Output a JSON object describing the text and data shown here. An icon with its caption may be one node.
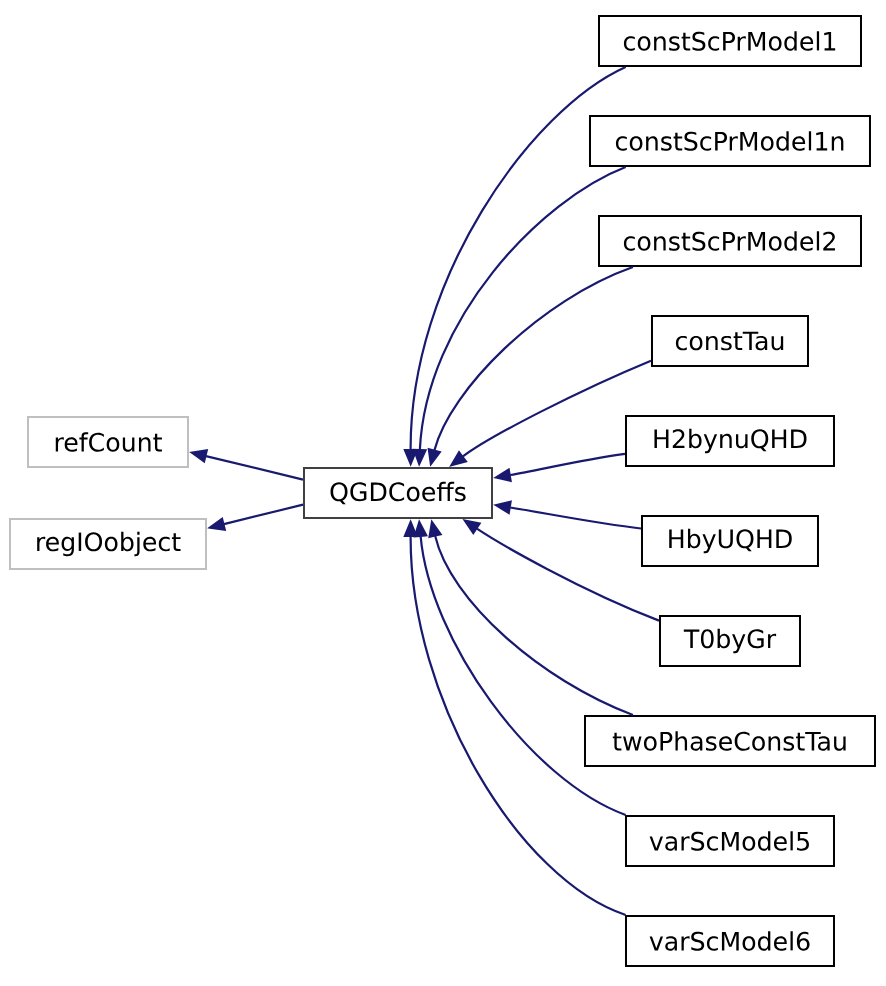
{
  "diagram": {
    "nodes": [
      {
        "text": [
          "refCount"
        ]
      },
      {
        "text": [
          "regIOobject"
        ]
      },
      {
        "text": [
          "QGDCoeffs"
        ]
      },
      {
        "text": [
          "constScPrModel1"
        ]
      },
      {
        "text": [
          "constScPrModel1n"
        ]
      },
      {
        "text": [
          "constScPrModel2"
        ]
      },
      {
        "text": [
          "constTau"
        ]
      },
      {
        "text": [
          "H2bynuQHD"
        ]
      },
      {
        "text": [
          "HbyUQHD"
        ]
      },
      {
        "text": [
          "T0byGr"
        ]
      },
      {
        "text": [
          "twoPhaseConstTau"
        ]
      },
      {
        "text": [
          "varScModel5"
        ]
      },
      {
        "text": [
          "varScModel6"
        ]
      }
    ],
    "edges": [
      {
        "from": 2,
        "to": 0,
        "arrow": "to"
      },
      {
        "from": 2,
        "to": 1,
        "arrow": "to"
      },
      {
        "from": 3,
        "to": 2,
        "arrow": "to"
      },
      {
        "from": 4,
        "to": 2,
        "arrow": "to"
      },
      {
        "from": 5,
        "to": 2,
        "arrow": "to"
      },
      {
        "from": 6,
        "to": 2,
        "arrow": "to"
      },
      {
        "from": 7,
        "to": 2,
        "arrow": "to"
      },
      {
        "from": 8,
        "to": 2,
        "arrow": "to"
      },
      {
        "from": 9,
        "to": 2,
        "arrow": "to"
      },
      {
        "from": 10,
        "to": 2,
        "arrow": "to"
      },
      {
        "from": 11,
        "to": 2,
        "arrow": "to"
      },
      {
        "from": 12,
        "to": 2,
        "arrow": "to"
      }
    ]
  }
}
